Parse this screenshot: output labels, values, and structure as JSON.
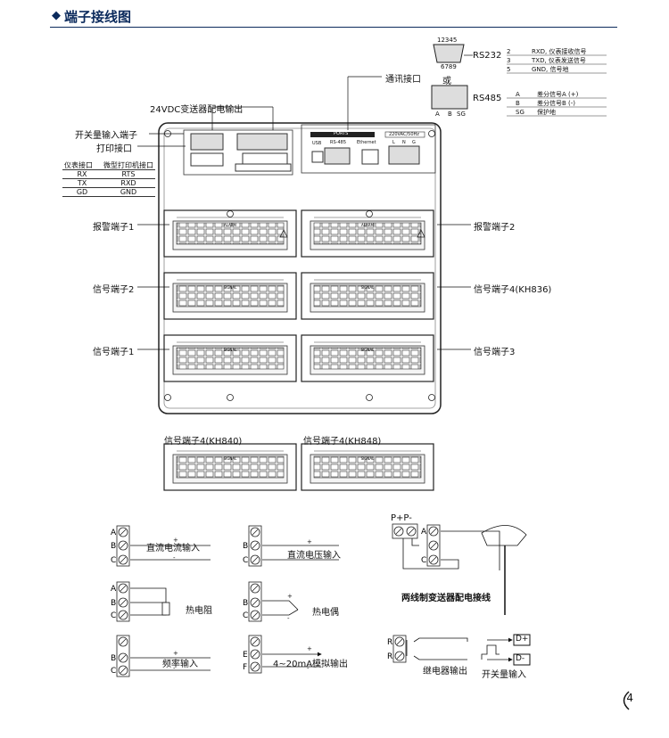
{
  "header": {
    "icon": "diamond-icon",
    "title": "端子接线图"
  },
  "top_callouts": {
    "transmitter_24vdc": "24VDC变送器配电输出",
    "switch_input": "开关量输入端子",
    "print_port": "打印接口",
    "comm_port": "通讯接口",
    "or": "或",
    "rs232": "RS232",
    "rs232_pins_top": "12345",
    "rs232_pins_bottom": "6789",
    "rs485": "RS485",
    "rs485_pins": [
      "A",
      "B",
      "SG"
    ]
  },
  "printer_table": {
    "headers": [
      "仪表接口",
      "微型打印机接口"
    ],
    "rows": [
      [
        "RX",
        "RTS"
      ],
      [
        "TX",
        "RXD"
      ],
      [
        "GD",
        "GND"
      ]
    ]
  },
  "rs232_table": [
    [
      "2",
      "RXD, 仪表接收信号"
    ],
    [
      "3",
      "TXD, 仪表发送信号"
    ],
    [
      "5",
      "GND, 信号地"
    ]
  ],
  "rs485_table": [
    [
      "A",
      "差分信号A (+)"
    ],
    [
      "B",
      "差分信号B (-)"
    ],
    [
      "SG",
      "保护地"
    ]
  ],
  "rear_panel": {
    "ports_label": "PORTS",
    "usb": "USB",
    "rs485": "RS-485",
    "ethernet": "Ethernet",
    "power": "220VAC/50Hz",
    "power_pins": [
      "L",
      "N",
      "G"
    ],
    "alarm_label": "ALARM",
    "signal_label": "SIGNAL"
  },
  "terminal_labels": {
    "alarm1": "报警端子1",
    "alarm2": "报警端子2",
    "signal2": "信号端子2",
    "signal4_kh836": "信号端子4(KH836)",
    "signal1": "信号端子1",
    "signal3": "信号端子3",
    "signal4_kh840": "信号端子4(KH840)",
    "signal4_kh848": "信号端子4(KH848)"
  },
  "wiring": {
    "dc_current": "直流电流输入",
    "dc_voltage": "直流电压输入",
    "rtd": "热电阻",
    "thermocouple": "热电偶",
    "frequency": "频率输入",
    "analog_out": "4~20mA模拟输出",
    "two_wire": "两线制变送器配电接线",
    "relay_out": "继电器输出",
    "switch_in": "开关量输入",
    "plus": "+",
    "minus": "-",
    "pp": "P+P-",
    "d_plus": "D+",
    "d_minus": "D-"
  },
  "page_number": "4"
}
